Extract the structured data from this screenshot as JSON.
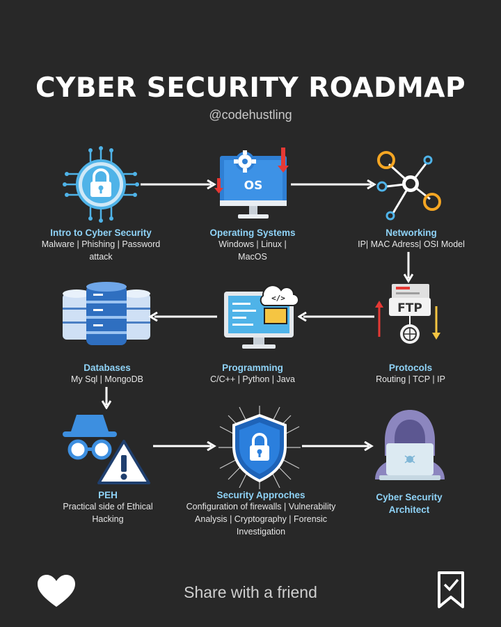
{
  "title": "CYBER SECURITY ROADMAP",
  "handle": "@codehustling",
  "nodes": [
    {
      "name": "Intro to Cyber Security",
      "desc": "Malware | Phishing | Password attack"
    },
    {
      "name": "Operating Systems",
      "desc": "Windows | Linux | MacOS"
    },
    {
      "name": "Networking",
      "desc": "IP| MAC Adress| OSI Model"
    },
    {
      "name": "Databases",
      "desc": "My Sql | MongoDB"
    },
    {
      "name": "Programming",
      "desc": "C/C++ | Python | Java"
    },
    {
      "name": "Protocols",
      "desc": "Routing | TCP | IP"
    },
    {
      "name": "PEH",
      "desc": "Practical side of Ethical Hacking"
    },
    {
      "name": "Security Approches",
      "desc": "Configuration of firewalls | Vulnerability Analysis | Cryptography | Forensic Investigation"
    },
    {
      "name": "Cyber Security Architect",
      "desc": ""
    }
  ],
  "icon_labels": {
    "os_brand": "OS",
    "ftp": "FTP",
    "code_tag": "</>"
  },
  "footer": {
    "share_text": "Share with a friend"
  },
  "colors": {
    "background": "#282828",
    "node_title": "#8fd3f7",
    "icon_blue": "#4fb3e8",
    "arrow": "#ffffff"
  },
  "icons": [
    "padlock-circuit-icon",
    "os-monitor-icon",
    "network-nodes-icon",
    "database-servers-icon",
    "code-monitor-icon",
    "ftp-protocol-icon",
    "hacker-warning-icon",
    "security-shield-icon",
    "architect-hooded-icon",
    "heart-icon",
    "bookmark-icon"
  ]
}
